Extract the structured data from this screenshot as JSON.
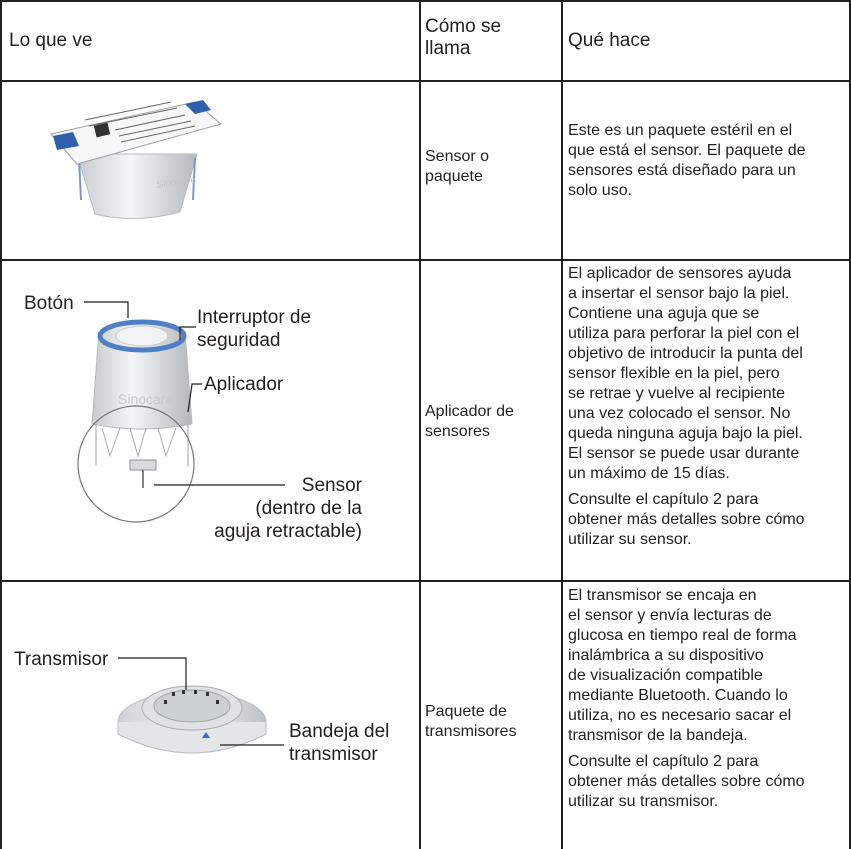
{
  "headers": {
    "col1": "Lo que ve",
    "col2_line1": "Cómo se",
    "col2_line2": "llama",
    "col3": "Qué hace"
  },
  "rows": [
    {
      "name_line1": "Sensor o",
      "name_line2": "paquete",
      "desc": [
        [
          "Este es un paquete estéril en el",
          "que está el sensor. El paquete de",
          "sensores está diseñado para un",
          "solo uso."
        ]
      ],
      "image": {
        "brand": "Sinocare"
      }
    },
    {
      "name_line1": "Aplicador de",
      "name_line2": "sensores",
      "desc": [
        [
          "El aplicador de sensores ayuda",
          "a insertar el sensor bajo la piel.",
          "Contiene una aguja que se",
          "utiliza para perforar la piel con el",
          "objetivo de introducir la punta del",
          "sensor flexible en la piel, pero",
          "se retrae y vuelve al recipiente",
          "una vez colocado el sensor. No",
          "queda ninguna aguja bajo la piel.",
          "El sensor se puede usar durante",
          "un máximo de 15 días."
        ],
        [
          "Consulte el capítulo 2 para",
          "obtener más detalles sobre cómo",
          "utilizar su sensor."
        ]
      ],
      "image": {
        "brand": "Sinocare",
        "callouts": {
          "button": "Botón",
          "safety_line1": "Interruptor de",
          "safety_line2": "seguridad",
          "applicator": "Aplicador",
          "sensor_line1": "Sensor",
          "sensor_line2": "(dentro de la",
          "sensor_line3": "aguja retractable)"
        }
      }
    },
    {
      "name_line1": "Paquete de",
      "name_line2": "transmisores",
      "desc": [
        [
          "El transmisor se encaja en",
          "el sensor y envía lecturas de",
          "glucosa en tiempo real de forma",
          "inalámbrica a su dispositivo",
          "de visualización compatible",
          "mediante Bluetooth. Cuando lo",
          "utiliza, no es necesario sacar el",
          "transmisor de la bandeja."
        ],
        [
          "Consulte el capítulo 2 para",
          "obtener más detalles sobre cómo",
          "utilizar su transmisor."
        ]
      ],
      "image": {
        "callouts": {
          "transmitter": "Transmisor",
          "tray_line1": "Bandeja del",
          "tray_line2": "transmisor"
        }
      }
    }
  ]
}
